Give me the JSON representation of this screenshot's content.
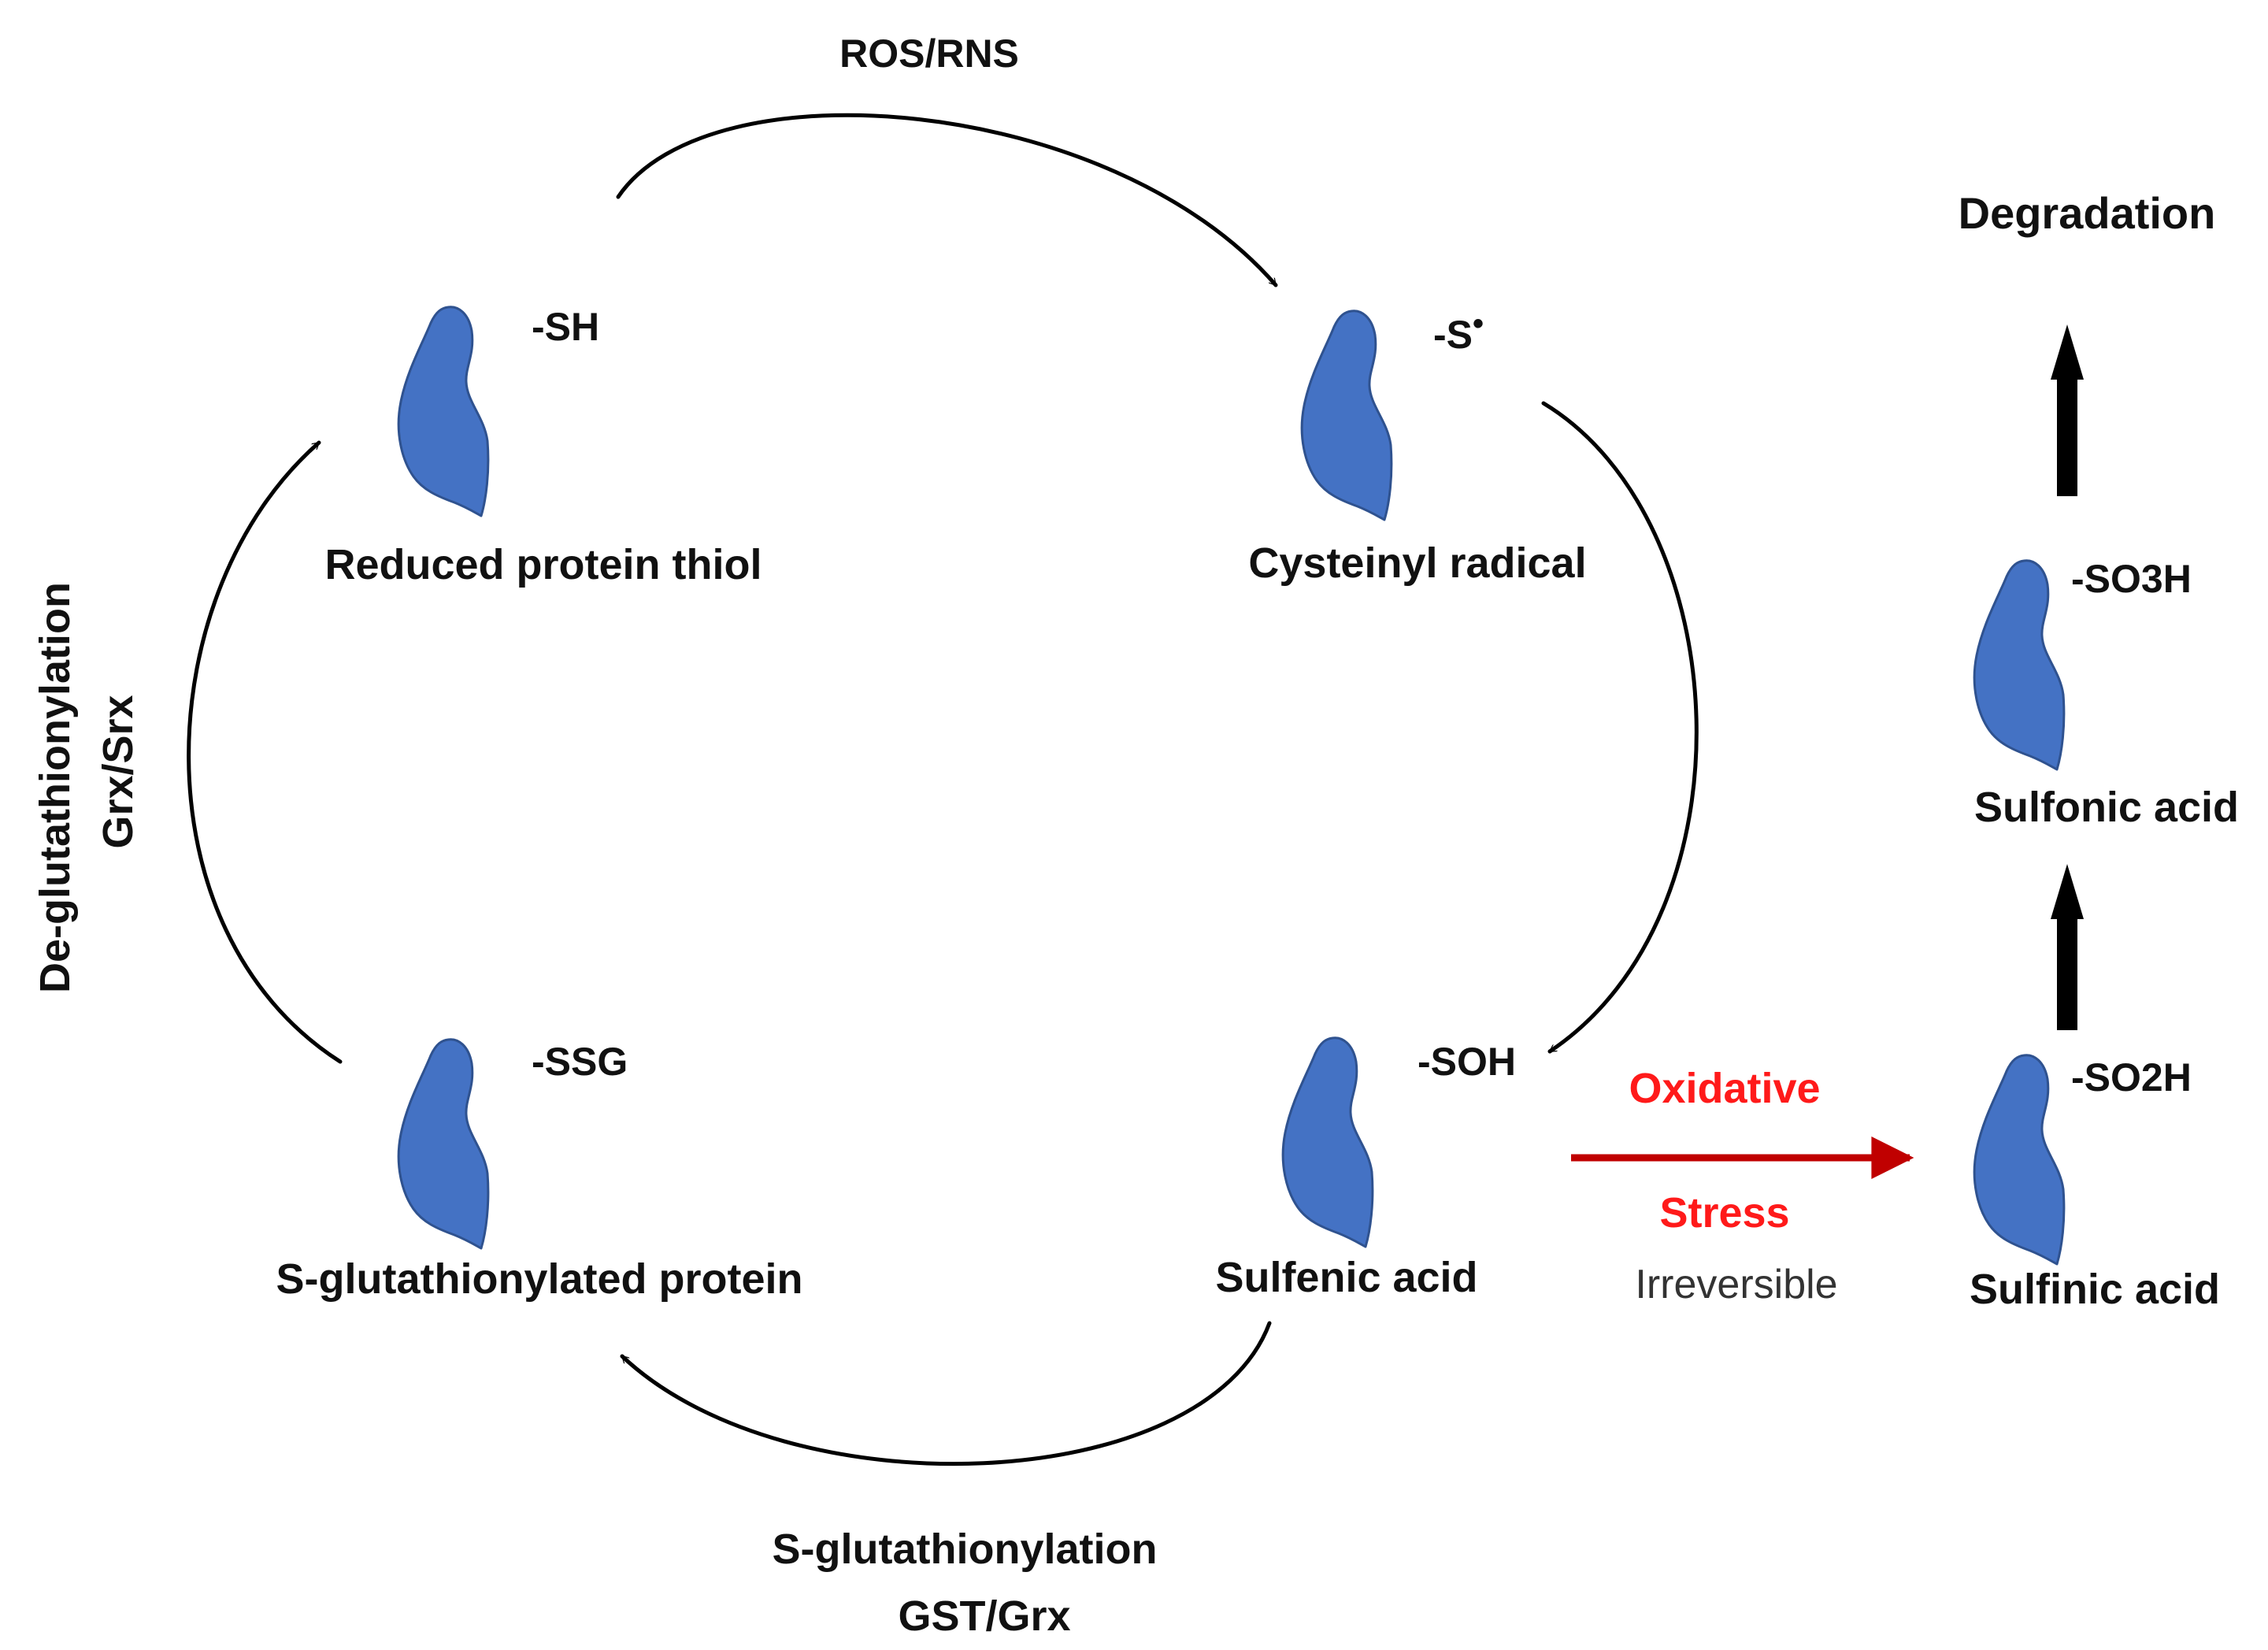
{
  "title": "",
  "colors": {
    "protein": "#4472c4",
    "protein_outline": "#2f528f",
    "stress_text": "#ff1a1a",
    "stress_arrow": "#c00000",
    "arrow": "#000000",
    "background": "#ffffff"
  },
  "states": {
    "reduced": {
      "group": "-SH",
      "label": "Reduced protein thiol"
    },
    "radical": {
      "group": "-S",
      "superscript": "•",
      "label": "Cysteinyl radical"
    },
    "sulfenic": {
      "group": "-SOH",
      "label": "Sulfenic acid"
    },
    "glutathionylated": {
      "group": "-SSG",
      "label": "S-glutathionylated protein"
    },
    "sulfinic": {
      "group": "-SO2H",
      "label": "Sulfinic acid"
    },
    "sulfonic": {
      "group": "-SO3H",
      "label": "Sulfonic acid"
    }
  },
  "transitions": {
    "oxidation": {
      "label": "ROS/RNS"
    },
    "glutathionylation": {
      "label": "S-glutathionylation",
      "enzymes": "GST/Grx"
    },
    "deglutathionylation": {
      "label": "De-glutathionylation",
      "enzymes": "Grx/Srx"
    },
    "stress": {
      "line1": "Oxidative",
      "line2": "Stress",
      "note": "Irreversible"
    },
    "degradation": {
      "label": "Degradation"
    }
  }
}
